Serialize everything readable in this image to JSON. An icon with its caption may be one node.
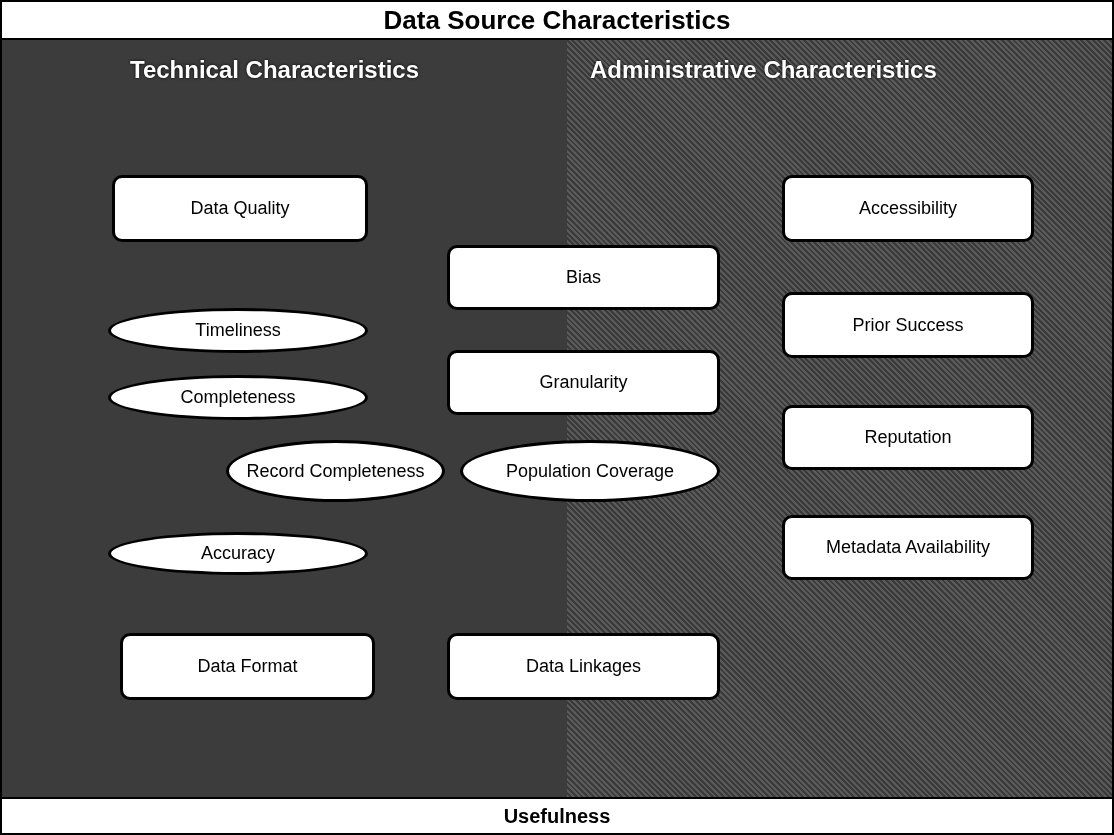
{
  "diagram": {
    "nodes": [
      {
        "text": [
          "Data Source Characteristics"
        ]
      },
      {
        "text": [
          "Data Quality"
        ]
      },
      {
        "text": [
          "Accessibility"
        ]
      },
      {
        "text": [
          "Bias"
        ]
      },
      {
        "text": [
          "Timeliness"
        ]
      },
      {
        "text": [
          "Prior Success"
        ]
      },
      {
        "text": [
          "Granularity"
        ]
      },
      {
        "text": [
          "Completeness"
        ]
      },
      {
        "text": [
          "Reputation"
        ]
      },
      {
        "text": [
          "Record Completeness"
        ]
      },
      {
        "text": [
          "Population Coverage"
        ]
      },
      {
        "text": [
          "Metadata Availability"
        ]
      },
      {
        "text": [
          "Accuracy"
        ]
      },
      {
        "text": [
          "Data Format"
        ]
      },
      {
        "text": [
          "Data Linkages"
        ]
      },
      {
        "text": [
          "Usefulness"
        ]
      }
    ],
    "labels": [
      "Technical Characteristics",
      "Administrative Characteristics"
    ]
  }
}
